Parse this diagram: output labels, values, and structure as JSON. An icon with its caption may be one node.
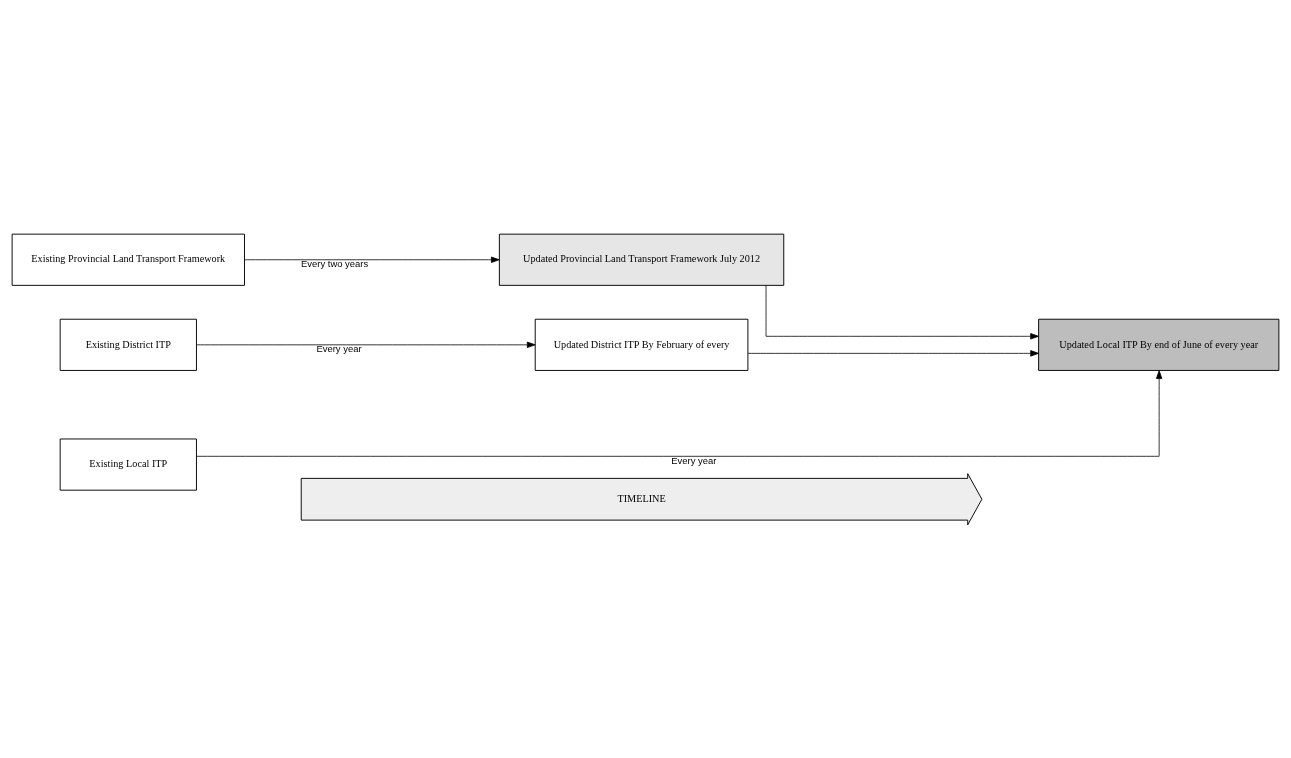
{
  "diagram": {
    "nodes": [
      {
        "text": [
          "Existing Provincial Land Transport Framework"
        ]
      },
      {
        "text": [
          "Updated Provincial Land Transport Framework July 2012"
        ]
      },
      {
        "text": [
          "Existing District ITP"
        ]
      },
      {
        "text": [
          "Updated District ITP By February of every"
        ]
      },
      {
        "text": [
          "Existing Local ITP"
        ]
      },
      {
        "text": [
          "Updated Local ITP By end of June of every year"
        ]
      },
      {
        "text": [
          "TIMELINE"
        ]
      }
    ],
    "edges": [
      {
        "from": 0,
        "to": 1,
        "arrow": "to",
        "label": "Every two years"
      },
      {
        "from": 2,
        "to": 3,
        "arrow": "to",
        "label": "Every year"
      },
      {
        "from": 4,
        "to": 5,
        "arrow": "to",
        "label": "Every year"
      },
      {
        "from": 1,
        "to": 5,
        "arrow": "to"
      },
      {
        "from": 3,
        "to": 5,
        "arrow": "to"
      }
    ]
  }
}
